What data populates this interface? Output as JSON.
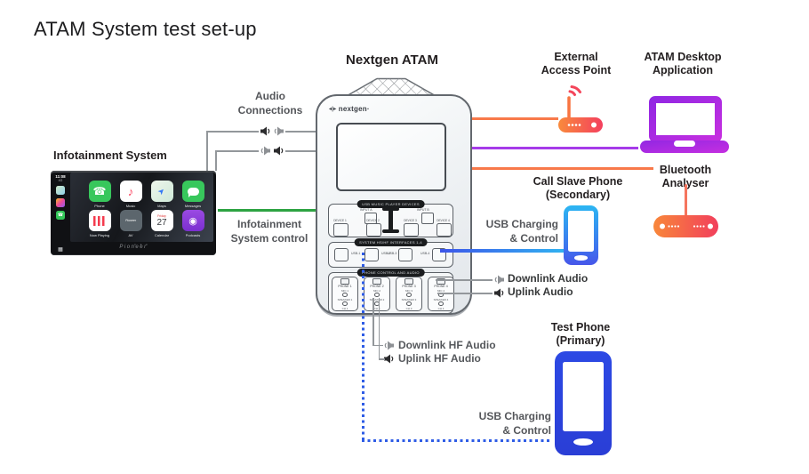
{
  "title": "ATAM System test set-up",
  "palette": {
    "orange_line": "#F8794A",
    "purple_line": "#A63BE9",
    "blue_line_start": "#3D55E9",
    "blue_line_end": "#31B3F1",
    "dotted_blue": "#2E5CE6",
    "green_line": "#2DA342",
    "grey_line": "#93979B",
    "router_gradient": [
      "#F98A3C",
      "#F43F5E"
    ],
    "laptop_gradient": [
      "#9227E3",
      "#C52FE0"
    ],
    "slave_phone_gradient": [
      "#2CB6F2",
      "#4656E9"
    ],
    "test_phone_blue": "#2C49E4"
  },
  "atam": {
    "title": "Nextgen ATAM",
    "brand": "nextgen",
    "brand_icon_glyph": "◂|▸",
    "brand_mark": "·",
    "music_section": {
      "label": "USB MUSIC PLAYER DEVICES",
      "input_a": "INPUT A",
      "input_b": "INPUT B",
      "devices": [
        "DEVICE 1",
        "DEVICE 2",
        "DEVICE 3",
        "DEVICE 4"
      ]
    },
    "interface_section": {
      "label": "SYSTEM HS/HF INTERFACES 1-4",
      "ports": [
        "USB-1",
        "USB-2",
        "USB-3",
        "USB-4"
      ]
    },
    "phone_section": {
      "label": "PHONE CONTROL AND AUDIO",
      "phones": [
        {
          "name": "PHONE 1",
          "mic": "MIC 1",
          "speaker": "SPEAKER 1",
          "ch": "CH 1"
        },
        {
          "name": "PHONE 2",
          "mic": "MIC 2",
          "speaker": "SPEAKER 2",
          "ch": "CH 2"
        },
        {
          "name": "PHONE 3",
          "mic": "MIC 3",
          "speaker": "SPEAKER 3",
          "ch": "CH 3"
        },
        {
          "name": "PHONE 4",
          "mic": "MIC 4",
          "speaker": "SPEAKER 4",
          "ch": "CH 4"
        }
      ]
    }
  },
  "infotainment": {
    "title": "Infotainment System",
    "control_line1": "Infotainment",
    "control_line2": "System control",
    "status_time": "11:08",
    "status_network": "4G",
    "apps": [
      {
        "name": "Phone"
      },
      {
        "name": "Music"
      },
      {
        "name": "Maps"
      },
      {
        "name": "Messages"
      },
      {
        "name": "Now Playing"
      },
      {
        "name": "AV"
      },
      {
        "name": "Calendar"
      },
      {
        "name": "Podcasts"
      }
    ],
    "calendar_day": "Friday",
    "calendar_date": "27",
    "av_brand": "Pioneer",
    "bezel_brand": "Pioneer",
    "pager_dots": "• • •"
  },
  "labels": {
    "audio_connections_line1": "Audio",
    "audio_connections_line2": "Connections",
    "downlink_audio": "Downlink Audio",
    "uplink_audio": "Uplink Audio",
    "downlink_hf_audio": "Downlink HF Audio",
    "uplink_hf_audio": "Uplink HF Audio",
    "usb_charging_line1": "USB Charging",
    "usb_charging_line2": "& Control"
  },
  "peripherals": {
    "access_point_line1": "External",
    "access_point_line2": "Access Point",
    "desktop_app_line1": "ATAM Desktop",
    "desktop_app_line2": "Application",
    "bt_analyser_line1": "Bluetooth",
    "bt_analyser_line2": "Analyser",
    "slave_phone_line1": "Call Slave Phone",
    "slave_phone_line2": "(Secondary)",
    "test_phone_line1": "Test Phone",
    "test_phone_line2": "(Primary)"
  },
  "icons": {
    "music_note": "♪",
    "maps_arrow": "➤",
    "podcasts_glyph": "◉",
    "phone_glyph": "☎",
    "grid_glyph": "▦"
  }
}
